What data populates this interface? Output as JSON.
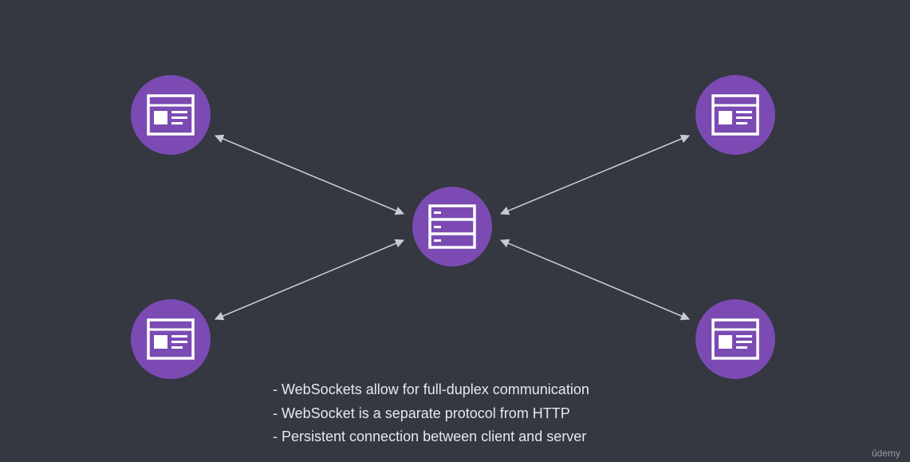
{
  "diagram": {
    "center": {
      "type": "server",
      "icon": "server-icon"
    },
    "clients": [
      {
        "type": "client",
        "icon": "browser-window-icon",
        "position": "top-left"
      },
      {
        "type": "client",
        "icon": "browser-window-icon",
        "position": "top-right"
      },
      {
        "type": "client",
        "icon": "browser-window-icon",
        "position": "bottom-left"
      },
      {
        "type": "client",
        "icon": "browser-window-icon",
        "position": "bottom-right"
      }
    ],
    "connections": "bidirectional",
    "colors": {
      "background": "#353741",
      "node": "#7b4bb3",
      "arrow": "#c9cad0"
    }
  },
  "notes": [
    "- WebSockets allow for full-duplex communication",
    "- WebSocket is a separate protocol from HTTP",
    "- Persistent connection between client and server"
  ],
  "brand": "ûdemy"
}
